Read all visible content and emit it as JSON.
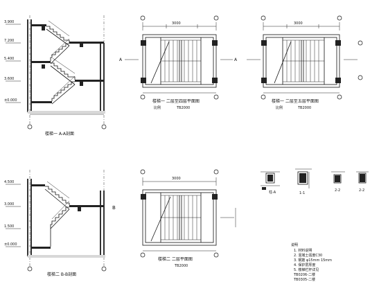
{
  "drawing": {
    "section_a_title": "楼梯一 A-A剖面",
    "plan_1_title": "楼梯一 二层至四层平面图",
    "plan_2_title": "楼梯一 二层至五层平面图",
    "section_b_title": "楼梯二 B-B剖面",
    "plan_3_title": "楼梯二 二层平面图",
    "scale_label": "TB2000",
    "plan_scale_prefix": "比例",
    "cut_label": "A",
    "cut_label_b": "B",
    "detail_label_1": "柱-A",
    "detail_label_2": "1-1",
    "detail_label_3": "2-2"
  },
  "notes": {
    "heading": "说明",
    "lines": [
      "1. 材料说明",
      "2. 混凝土强度C30",
      "3. 钢筋 φ15mm  15mm",
      "4. 保护层厚度",
      "5. 楼梯栏杆详见",
      "   TB0206-二楼",
      "   TB0305-二楼"
    ]
  }
}
